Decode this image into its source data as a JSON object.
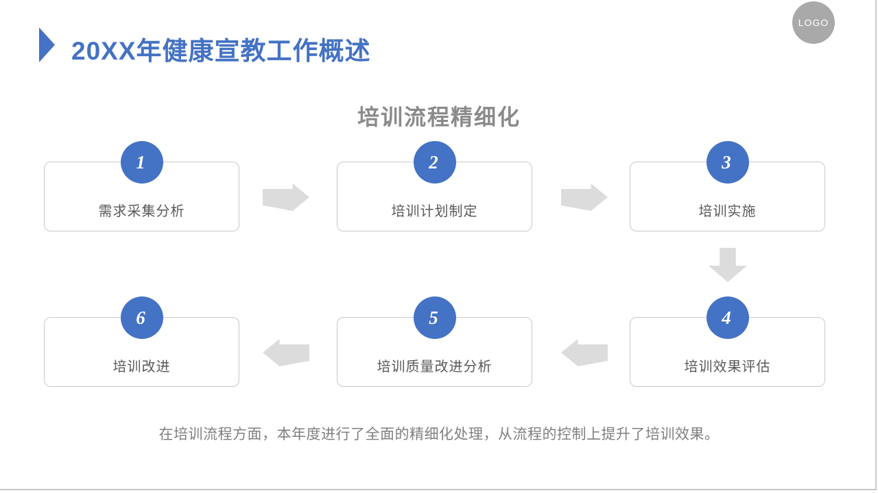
{
  "slide": {
    "title": "20XX年健康宣教工作概述",
    "logo_text": "LOGO",
    "section_heading": "培训流程精细化",
    "caption": "在培训流程方面，本年度进行了全面的精细化处理，从流程的控制上提升了培训效果。"
  },
  "flow": {
    "steps": [
      {
        "num": "1",
        "label": "需求采集分析"
      },
      {
        "num": "2",
        "label": "培训计划制定"
      },
      {
        "num": "3",
        "label": "培训实施"
      },
      {
        "num": "4",
        "label": "培训效果评估"
      },
      {
        "num": "5",
        "label": "培训质量改进分析"
      },
      {
        "num": "6",
        "label": "培训改进"
      }
    ],
    "arrows": [
      "right",
      "right",
      "down",
      "left",
      "left"
    ]
  },
  "colors": {
    "accent_blue": "#4472C4",
    "heading_gray": "#8a8a8a",
    "label_gray": "#595959",
    "caption_gray": "#7f7f7f",
    "arrow_gray": "#dcdcdc",
    "logo_gray": "#a9a9a9",
    "box_border": "#c9c9c9"
  }
}
